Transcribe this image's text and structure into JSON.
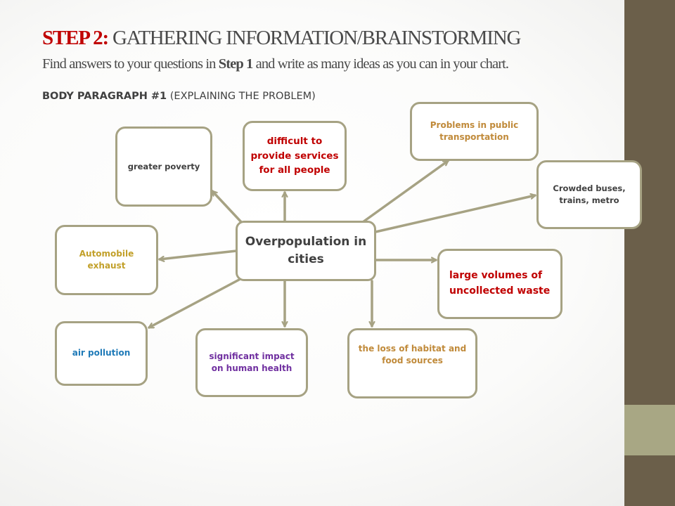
{
  "title": {
    "step": "STEP 2:",
    "rest": "GATHERING INFORMATION/BRAINSTORMING"
  },
  "subtitle": {
    "part1": "Find answers to your questions in ",
    "bold": "Step 1",
    "part2": " and write as many ideas as you can in your chart."
  },
  "section": {
    "bold": "BODY PARAGRAPH #1",
    "rest": " (EXPLAINING THE PROBLEM)"
  },
  "colors": {
    "border": "#a6a283",
    "arrow": "#a6a283",
    "red": "#c00000",
    "gold": "#c2a02a",
    "brown": "#c08a3a",
    "purple": "#7030a0",
    "blue": "#1f7ab8",
    "dark": "#404040"
  },
  "center": "Overpopulation in cities",
  "nodes": {
    "greater_poverty": "greater poverty",
    "difficult_services": "difficult to provide services for all people",
    "public_transport": "Problems in public transportation",
    "crowded_buses": "Crowded buses, trains, metro",
    "automobile_exhaust": "Automobile exhaust",
    "uncollected_waste": "large volumes of uncollected waste",
    "air_pollution": "air pollution",
    "human_health": "significant impact on human health",
    "habitat_loss": "the loss of habitat and food sources"
  }
}
